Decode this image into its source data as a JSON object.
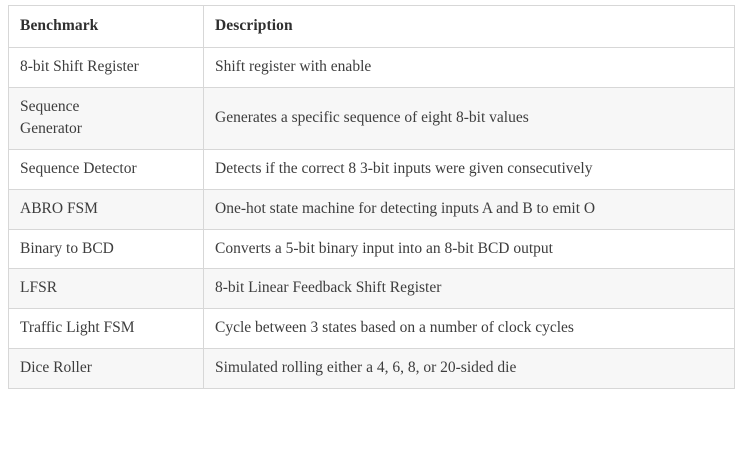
{
  "table": {
    "columns": [
      {
        "key": "benchmark",
        "label": "Benchmark"
      },
      {
        "key": "description",
        "label": "Description"
      }
    ],
    "rows": [
      {
        "benchmark": "8-bit Shift Register",
        "description": "Shift register with enable"
      },
      {
        "benchmark": "Sequence Generator",
        "description": "Generates a specific sequence of eight 8-bit values"
      },
      {
        "benchmark": "Sequence Detector",
        "description": "Detects if the correct 8 3-bit inputs were given consecutively"
      },
      {
        "benchmark": "ABRO FSM",
        "description": "One-hot state machine for detecting inputs A and B to emit O"
      },
      {
        "benchmark": "Binary to BCD",
        "description": "Converts a 5-bit binary input into an 8-bit BCD output"
      },
      {
        "benchmark": "LFSR",
        "description": "8-bit Linear Feedback Shift Register"
      },
      {
        "benchmark": "Traffic Light FSM",
        "description": "Cycle between 3 states based on a number of clock cycles"
      },
      {
        "benchmark": "Dice Roller",
        "description": "Simulated rolling either a 4, 6, 8, or 20-sided die"
      }
    ]
  },
  "style": {
    "border_color": "#d7d7d7",
    "stripe_color": "#f7f7f7",
    "text_color": "#3d3d3d",
    "header_text_color": "#2f2f2f",
    "background": "#ffffff"
  }
}
